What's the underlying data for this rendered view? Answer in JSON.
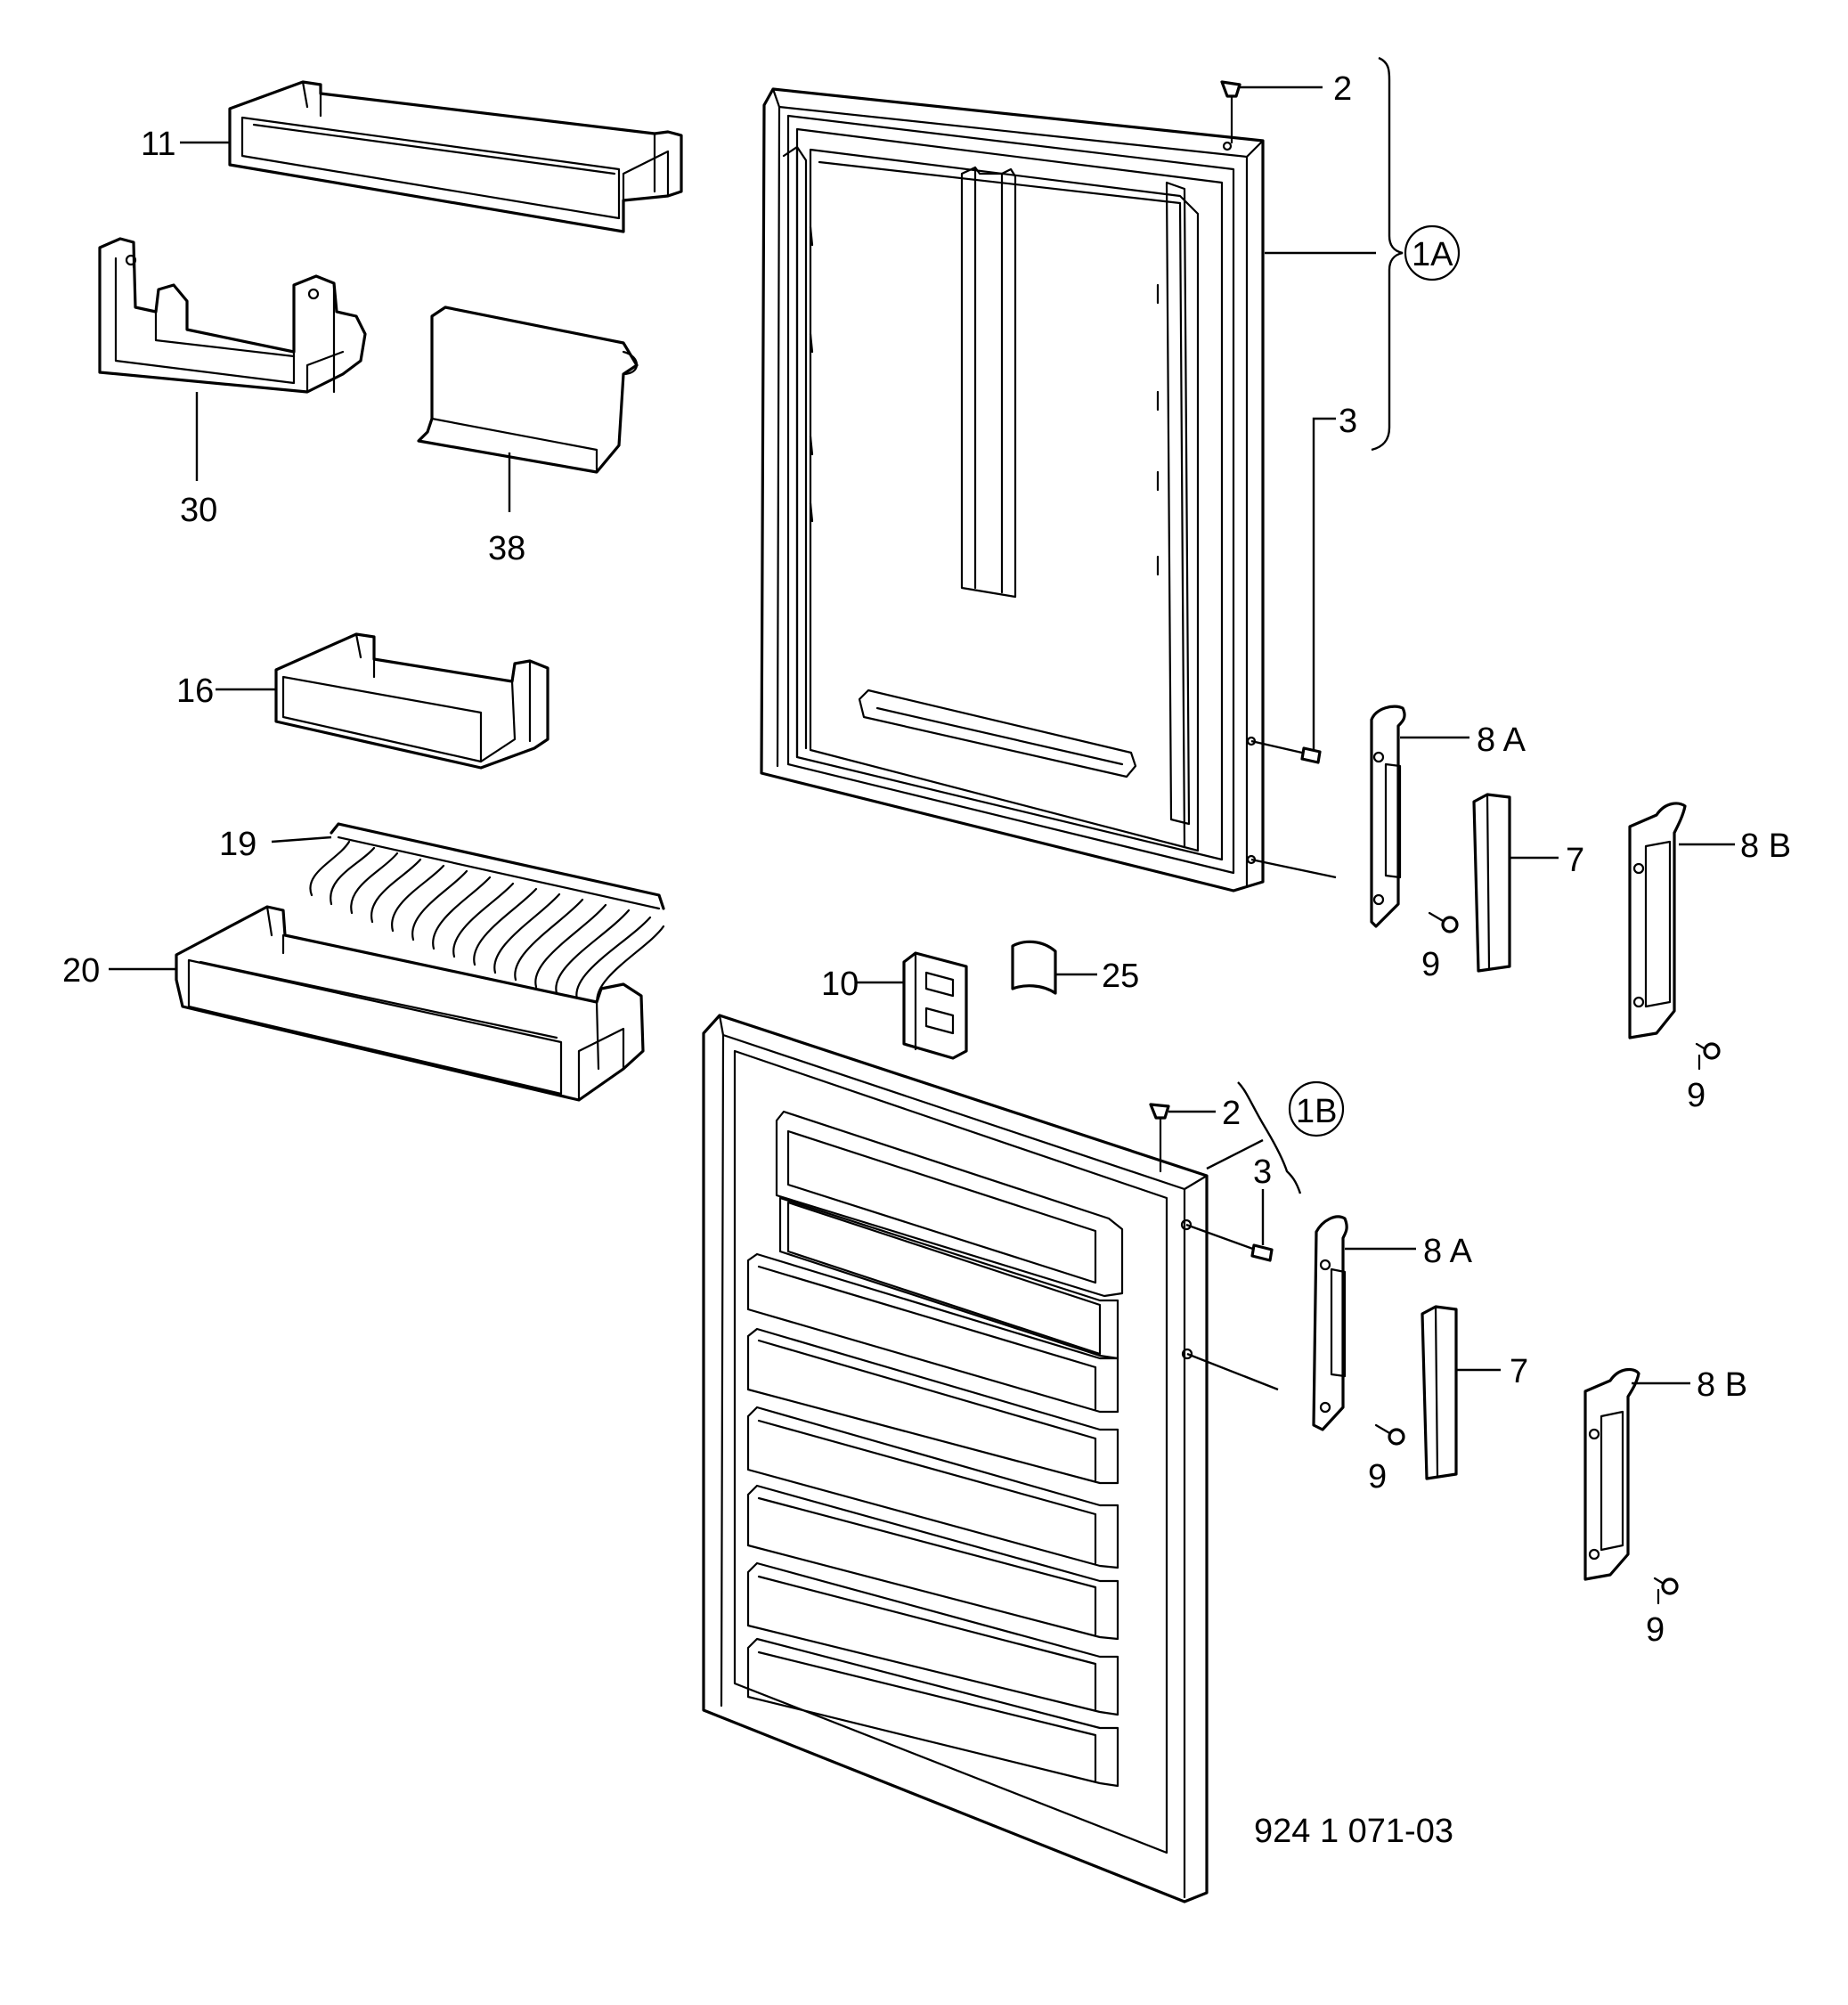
{
  "diagram": {
    "drawing_number": "924 1 071-03",
    "assembly_labels": {
      "upper_door": "1A",
      "lower_door": "1B"
    },
    "part_labels": {
      "p2_upper": "2",
      "p3_upper": "3",
      "p8a_upper": "8 A",
      "p7_upper": "7",
      "p8b_upper": "8 B",
      "p9_upper_a": "9",
      "p9_upper_b": "9",
      "p11": "11",
      "p30": "30",
      "p38": "38",
      "p16": "16",
      "p19": "19",
      "p20": "20",
      "p10": "10",
      "p25": "25",
      "p2_lower": "2",
      "p3_lower": "3",
      "p8a_lower": "8 A",
      "p7_lower": "7",
      "p8b_lower": "8 B",
      "p9_lower_a": "9",
      "p9_lower_b": "9"
    }
  }
}
